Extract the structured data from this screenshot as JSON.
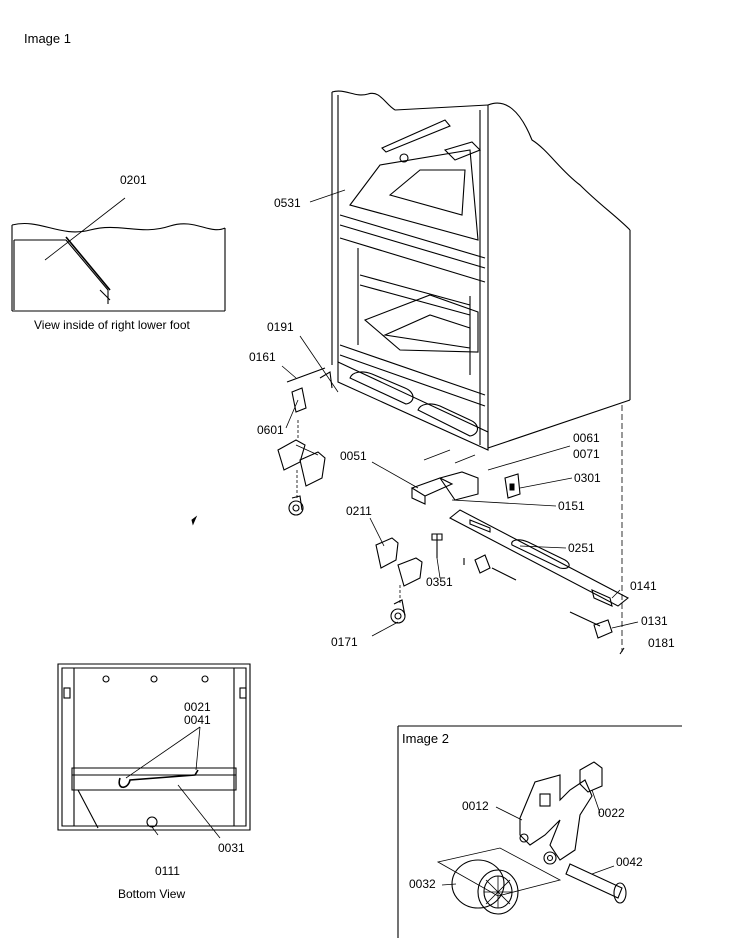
{
  "image1": {
    "title": "Image 1",
    "inset_foot_caption": "View inside of right lower foot",
    "bottom_view_caption": "Bottom View",
    "callouts": {
      "p0201": "0201",
      "p0531": "0531",
      "p0191": "0191",
      "p0161": "0161",
      "p0601": "0601",
      "p0051": "0051",
      "p0061": "0061",
      "p0071": "0071",
      "p0301": "0301",
      "p0151": "0151",
      "p0211": "0211",
      "p0251": "0251",
      "p0351": "0351",
      "p0141": "0141",
      "p0131": "0131",
      "p0181": "0181",
      "p0171": "0171",
      "p0021": "0021",
      "p0041": "0041",
      "p0031": "0031",
      "p0111": "0111"
    }
  },
  "image2": {
    "title": "Image 2",
    "callouts": {
      "p0012": "0012",
      "p0022": "0022",
      "p0042": "0042",
      "p0032": "0032"
    }
  }
}
